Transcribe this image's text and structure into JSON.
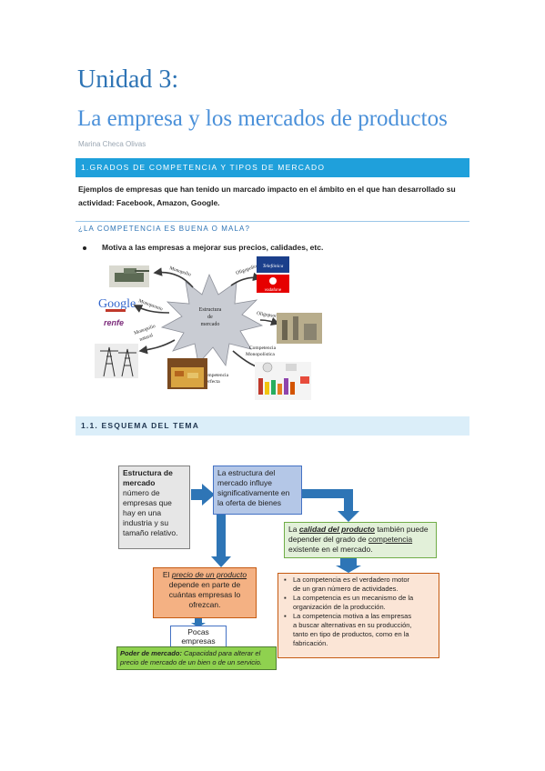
{
  "header": {
    "unit": "Unidad 3:",
    "subtitle": "La empresa y los mercados de productos",
    "author": "Marina Checa Olivas"
  },
  "section1": {
    "heading": "1.GRADOS DE COMPETENCIA Y TIPOS DE MERCADO",
    "paragraph": "Ejemplos de empresas que han tenido un marcado impacto en el ámbito en el que han desarrollado su actividad: Facebook, Amazon, Google.",
    "question_heading": "¿LA COMPETENCIA ES BUENA O MALA?",
    "bullet": "Motiva a las empresas a mejorar sus precios, calidades, etc."
  },
  "diagram1": {
    "center": [
      "Estructura",
      "de",
      "mercado"
    ],
    "labels": {
      "monopolio": "Monopolio",
      "oligopolio": "Oligopolio",
      "monopsonio": "Monopsonio",
      "monopolio_natural": [
        "Monopolio",
        "natural"
      ],
      "oligopsonio": "Oligopsonio",
      "competencia_perfecta": [
        "Competencia",
        "perfecta"
      ],
      "competencia_monopolistica": [
        "Competencia",
        "Monopolística"
      ]
    },
    "logos": {
      "google": "Google",
      "renfe": "renfe",
      "telefonica": "Telefónica",
      "vodafone": "vodafone"
    },
    "colors": {
      "star": "#c9ccd3",
      "arrow": "#3a3a3a"
    }
  },
  "section2": {
    "heading": "1.1. ESQUEMA DEL TEMA"
  },
  "scheme": {
    "box_structure": {
      "title": "Estructura de mercado",
      "body": [
        "número de",
        "empresas que",
        "hay en una",
        "industria y su",
        "tamaño relativo."
      ]
    },
    "box_influence": [
      "La estructura del",
      "mercado influye",
      "significativamente en",
      "la oferta de bienes"
    ],
    "box_quality": {
      "prefix": "La ",
      "emph": "calidad del producto",
      "mid": " también puede",
      "line2a": "depender del grado de ",
      "line2b": "competencia",
      "line3": "existente en el  mercado."
    },
    "box_price": {
      "prefix": "El ",
      "emph": "precio de un producto",
      "lines": [
        "depende en parte de",
        "cuántas empresas lo",
        "ofrezcan."
      ]
    },
    "box_list": [
      [
        "La competencia es el verdadero motor",
        "de un gran número de actividades."
      ],
      [
        "La competencia es un mecanismo de la",
        "organización de la producción."
      ],
      [
        "La competencia motiva a las empresas",
        "a buscar alternativas en su producción,",
        "tanto en tipo de productos, como en la",
        "fabricación."
      ]
    ],
    "box_few": [
      "Pocas",
      "empresas"
    ],
    "box_power": {
      "bold": "Poder de mercado:",
      "rest1": " Capacidad para alterar el",
      "rest2": "precio de mercado de un bien o de un servicio."
    },
    "colors": {
      "grey": "#e6e6e6",
      "blue": "#b4c7e7",
      "green": "#e2f0d9",
      "orange": "#f4b183",
      "peach": "#fbe5d6",
      "lime": "#8fd14f",
      "arrow": "#2e75b6"
    }
  }
}
